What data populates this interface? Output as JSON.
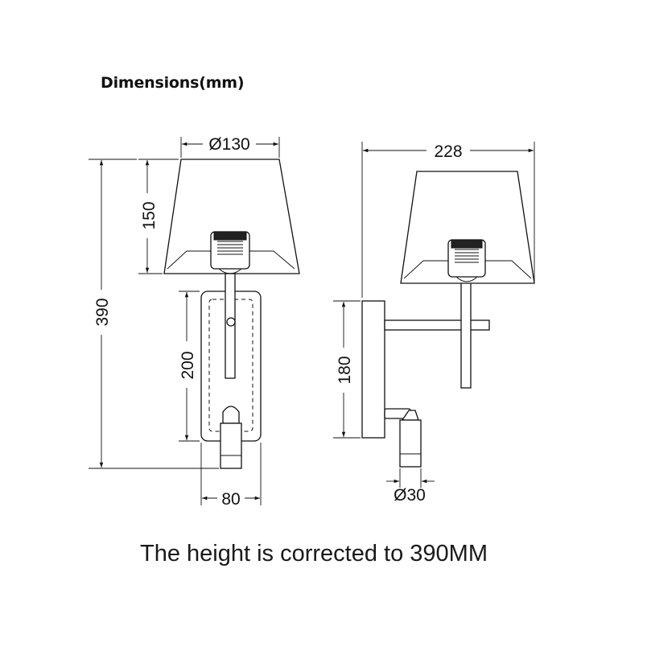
{
  "title": "Dimensions(mm)",
  "dimensions": {
    "front_shade_diameter": "Ø130",
    "front_shade_height": "150",
    "front_total_height": "390",
    "front_plate_height": "200",
    "front_plate_width": "80",
    "side_depth": "228",
    "side_plate_height": "180",
    "side_reading_light_diameter": "Ø30"
  },
  "note": "The height is corrected to 390MM"
}
